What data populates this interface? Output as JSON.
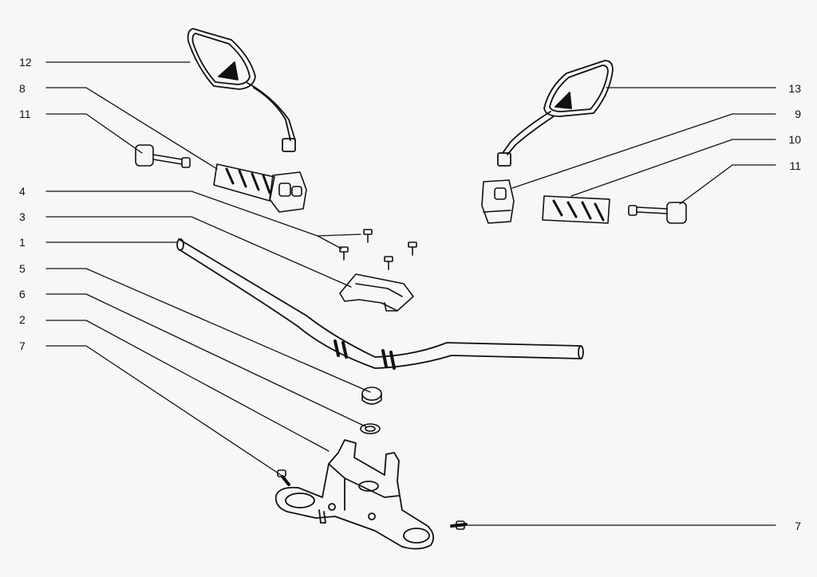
{
  "callouts": {
    "left": [
      "12",
      "8",
      "11",
      "4",
      "3",
      "1",
      "5",
      "6",
      "2",
      "7"
    ],
    "right": [
      "13",
      "9",
      "10",
      "11"
    ],
    "bottom_right": "7"
  },
  "colors": {
    "line": "#111111",
    "background": "#f7f7f5"
  }
}
